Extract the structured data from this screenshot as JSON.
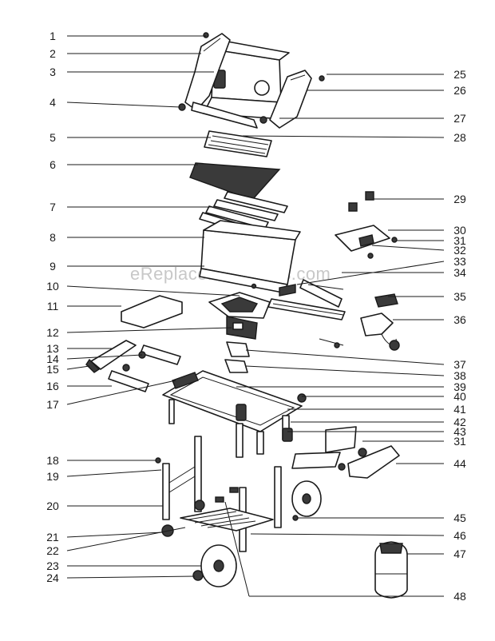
{
  "watermark": "eReplacementParts.com",
  "labels_left": [
    "1",
    "2",
    "3",
    "4",
    "5",
    "6",
    "7",
    "8",
    "9",
    "10",
    "11",
    "12",
    "13",
    "14",
    "15",
    "16",
    "17",
    "18",
    "19",
    "20",
    "21",
    "22",
    "23",
    "24"
  ],
  "labels_right": [
    "25",
    "26",
    "27",
    "28",
    "29",
    "30",
    "31",
    "32",
    "33",
    "34",
    "35",
    "36",
    "37",
    "38",
    "39",
    "40",
    "41",
    "42",
    "43",
    "31",
    "44",
    "45",
    "46",
    "47",
    "48"
  ],
  "colors": {
    "ink": "#1a1a1a",
    "watermark": "#c8c8c8",
    "background": "#ffffff"
  },
  "icons": [
    "grill-lid-icon",
    "cooking-grate-icon",
    "burner-icon",
    "cart-frame-icon",
    "wheel-icon",
    "propane-tank-icon"
  ]
}
